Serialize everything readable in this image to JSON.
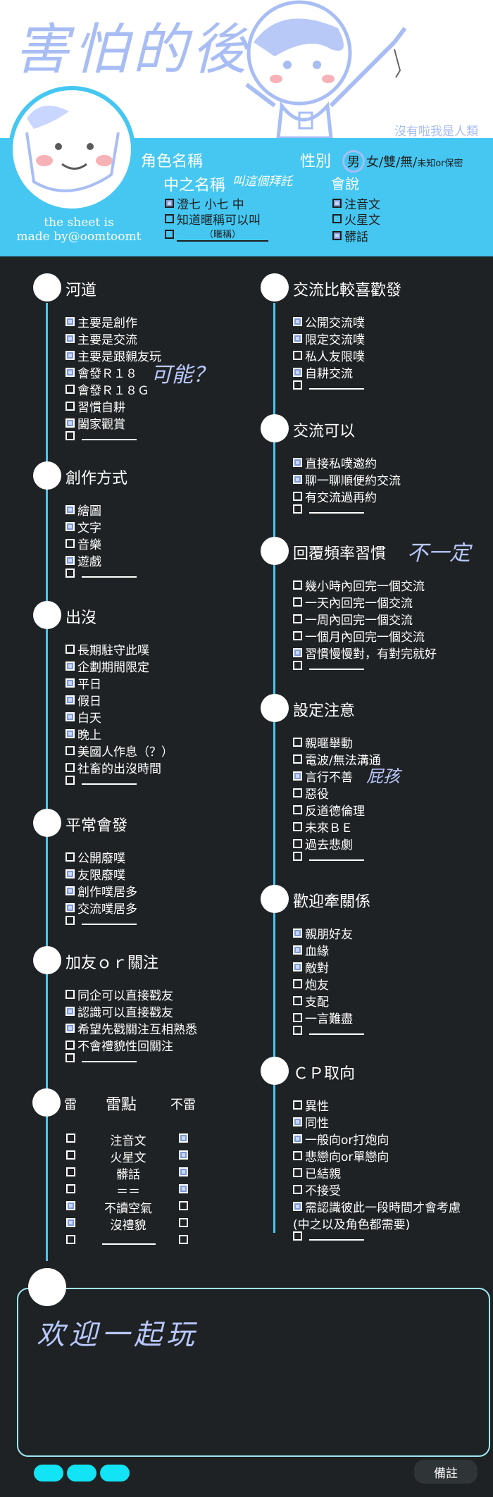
{
  "header": {
    "handwritten_title": "害怕的後",
    "caption": "沒有啦我是人類",
    "sheet_credit_line1": "the sheet is",
    "sheet_credit_line2": "made by@oomtoomt",
    "role_name_label": "角色名稱",
    "gender_label": "性別",
    "gender_options": {
      "male": "男",
      "rest": "女/雙/無/",
      "unknown": "未知or保密"
    },
    "nickname_label": "中之名稱",
    "nickname_note": "叫這個拜託",
    "nickname_items": [
      {
        "label": "澄七 小七 中",
        "checked": true
      },
      {
        "label": "知道暱稱可以叫",
        "checked": false
      },
      {
        "label": "（暱稱）",
        "checked": false
      }
    ],
    "speak_label": "會說",
    "speak_items": [
      {
        "label": "注音文",
        "checked": true
      },
      {
        "label": "火星文",
        "checked": false
      },
      {
        "label": "髒話",
        "checked": true
      }
    ]
  },
  "sections_left": [
    {
      "title": "河道",
      "items": [
        {
          "label": "主要是創作",
          "checked": true
        },
        {
          "label": "主要是交流",
          "checked": true
        },
        {
          "label": "主要是跟親友玩",
          "checked": true
        },
        {
          "label": "會發Ｒ１８",
          "checked": true
        },
        {
          "label": "會發Ｒ１８Ｇ",
          "checked": false
        },
        {
          "label": "習慣自耕",
          "checked": false
        },
        {
          "label": "闔家觀賞",
          "checked": true
        },
        {
          "label": "",
          "checked": false,
          "blank": true
        }
      ]
    },
    {
      "title": "創作方式",
      "items": [
        {
          "label": "繪圖",
          "checked": true
        },
        {
          "label": "文字",
          "checked": true
        },
        {
          "label": "音樂",
          "checked": false
        },
        {
          "label": "遊戲",
          "checked": true
        },
        {
          "label": "",
          "checked": false,
          "blank": true
        }
      ]
    },
    {
      "title": "出沒",
      "items": [
        {
          "label": "長期駐守此噗",
          "checked": false
        },
        {
          "label": "企劃期間限定",
          "checked": true
        },
        {
          "label": "平日",
          "checked": true
        },
        {
          "label": "假日",
          "checked": true
        },
        {
          "label": "白天",
          "checked": true
        },
        {
          "label": "晚上",
          "checked": true
        },
        {
          "label": "美國人作息（？）",
          "checked": false
        },
        {
          "label": "社畜的出沒時間",
          "checked": false
        },
        {
          "label": "",
          "checked": false,
          "blank": true
        }
      ]
    },
    {
      "title": "平常會發",
      "items": [
        {
          "label": "公開廢噗",
          "checked": false
        },
        {
          "label": "友限廢噗",
          "checked": true
        },
        {
          "label": "創作噗居多",
          "checked": true
        },
        {
          "label": "交流噗居多",
          "checked": true
        },
        {
          "label": "",
          "checked": false,
          "blank": true
        }
      ]
    },
    {
      "title": "加友ｏｒ關注",
      "items": [
        {
          "label": "同企可以直接戳友",
          "checked": false
        },
        {
          "label": "認識可以直接戳友",
          "checked": true
        },
        {
          "label": "希望先戳關注互相熟悉",
          "checked": true
        },
        {
          "label": "不會禮貌性回關注",
          "checked": false
        },
        {
          "label": "",
          "checked": false,
          "blank": true
        }
      ]
    }
  ],
  "thunder": {
    "col_left": "雷",
    "col_mid": "雷點",
    "col_right": "不雷",
    "rows": [
      {
        "label": "注音文",
        "thunder": false,
        "ok": true
      },
      {
        "label": "火星文",
        "thunder": false,
        "ok": true
      },
      {
        "label": "髒話",
        "thunder": false,
        "ok": true
      },
      {
        "label": "＝＝",
        "thunder": false,
        "ok": true
      },
      {
        "label": "不讀空氣",
        "thunder": true,
        "ok": false
      },
      {
        "label": "沒禮貌",
        "thunder": true,
        "ok": false
      },
      {
        "label": "",
        "thunder": false,
        "ok": false,
        "blank": true
      }
    ]
  },
  "sections_right": [
    {
      "title": "交流比較喜歡發",
      "items": [
        {
          "label": "公開交流噗",
          "checked": true
        },
        {
          "label": "限定交流噗",
          "checked": true
        },
        {
          "label": "私人友限噗",
          "checked": false
        },
        {
          "label": "自耕交流",
          "checked": true
        },
        {
          "label": "",
          "checked": false,
          "blank": true
        }
      ]
    },
    {
      "title": "交流可以",
      "items": [
        {
          "label": "直接私噗邀約",
          "checked": true
        },
        {
          "label": "聊一聊順便約交流",
          "checked": true
        },
        {
          "label": "有交流過再約",
          "checked": false
        },
        {
          "label": "",
          "checked": false,
          "blank": true
        }
      ]
    },
    {
      "title": "回覆頻率習慣",
      "items": [
        {
          "label": "幾小時內回完一個交流",
          "checked": false
        },
        {
          "label": "一天內回完一個交流",
          "checked": false
        },
        {
          "label": "一周內回完一個交流",
          "checked": false
        },
        {
          "label": "一個月內回完一個交流",
          "checked": false
        },
        {
          "label": "習慣慢慢對，有對完就好",
          "checked": true
        },
        {
          "label": "",
          "checked": false,
          "blank": true
        }
      ]
    },
    {
      "title": "設定注意",
      "items": [
        {
          "label": "親暱舉動",
          "checked": false
        },
        {
          "label": "電波/無法溝通",
          "checked": false
        },
        {
          "label": "言行不善",
          "checked": true
        },
        {
          "label": "惡役",
          "checked": false
        },
        {
          "label": "反道德倫理",
          "checked": false
        },
        {
          "label": "未來ＢＥ",
          "checked": false
        },
        {
          "label": "過去悲劇",
          "checked": false
        },
        {
          "label": "",
          "checked": false,
          "blank": true
        }
      ]
    },
    {
      "title": "歡迎牽關係",
      "items": [
        {
          "label": "親朋好友",
          "checked": true
        },
        {
          "label": "血緣",
          "checked": true
        },
        {
          "label": "敵對",
          "checked": true
        },
        {
          "label": "炮友",
          "checked": false
        },
        {
          "label": "支配",
          "checked": false
        },
        {
          "label": "一言難盡",
          "checked": false
        },
        {
          "label": "",
          "checked": false,
          "blank": true
        }
      ]
    },
    {
      "title": "ＣＰ取向",
      "items": [
        {
          "label": "異性",
          "checked": false
        },
        {
          "label": "同性",
          "checked": true
        },
        {
          "label": "一般向or打炮向",
          "checked": true
        },
        {
          "label": "悲戀向or單戀向",
          "checked": false
        },
        {
          "label": "已結親",
          "checked": false
        },
        {
          "label": "不接受",
          "checked": false
        },
        {
          "label": "需認識彼此一段時間才會考慮",
          "checked": true
        },
        {
          "label": "(中之以及角色都需要)",
          "checked": false,
          "nobox": true
        },
        {
          "label": "",
          "checked": false,
          "blank": true
        }
      ]
    }
  ],
  "notes": {
    "r18": "可能？",
    "reply": "不一定",
    "bad": "屁孩",
    "remarks_text": "欢迎一起玩"
  },
  "footer": {
    "remarks_label": "備註"
  }
}
